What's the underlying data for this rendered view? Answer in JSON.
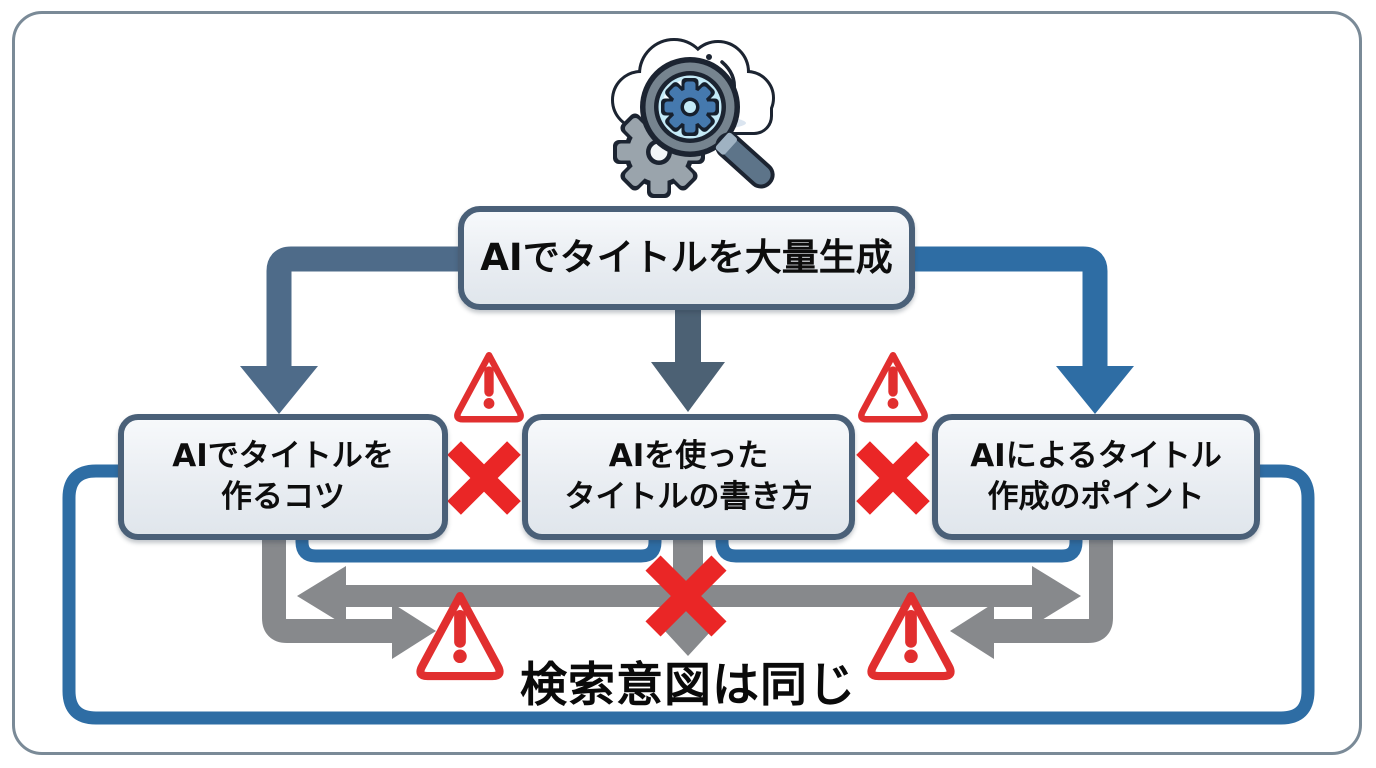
{
  "header_icon": {
    "name": "cloud-search-gear-icon"
  },
  "root_node": {
    "label": "AIでタイトルを大量生成"
  },
  "title_nodes": [
    {
      "line1": "AIでタイトルを",
      "line2": "作るコツ"
    },
    {
      "line1": "AIを使った",
      "line2": "タイトルの書き方"
    },
    {
      "line1": "AIによるタイトル",
      "line2": "作成のポイント"
    }
  ],
  "conclusion": {
    "label": "検索意図は同じ"
  },
  "icons": {
    "warning_triangles": [
      "warning-left-top",
      "warning-right-top",
      "warning-left-bottom",
      "warning-right-bottom"
    ],
    "cross_marks": [
      "cross-left-middle",
      "cross-middle-right",
      "cross-center-bottom"
    ]
  },
  "colors": {
    "frame_border": "#7a8a97",
    "box_border": "#4a6078",
    "box_fill": "#e9edf2",
    "slate_arrow": "#4e6b89",
    "dark_slate_arrow": "#4c6174",
    "blue_arrow": "#2e6da4",
    "gray_arrow": "#87898c",
    "alert_red": "#e52a2a",
    "text": "#0d0d0d"
  }
}
